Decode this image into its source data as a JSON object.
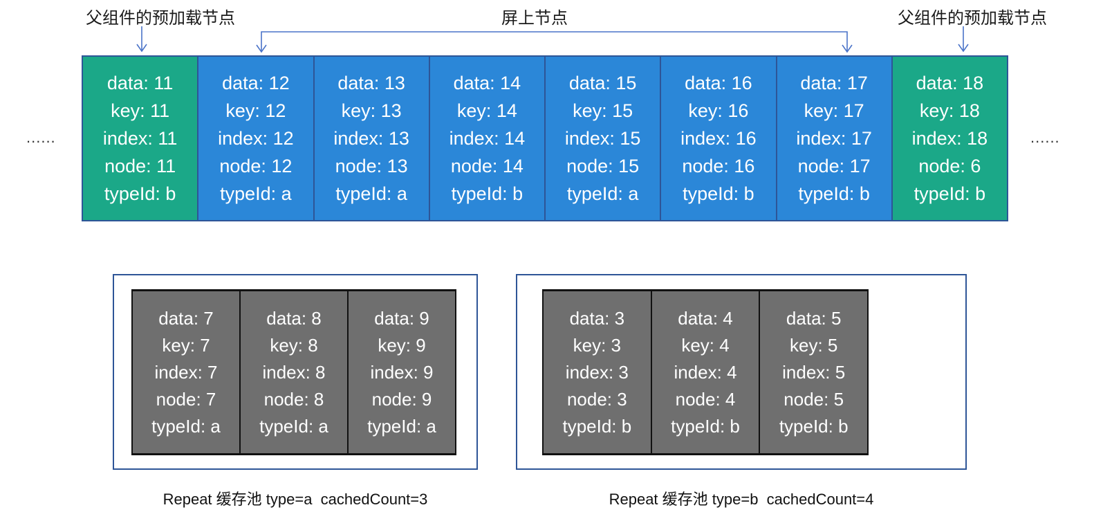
{
  "colors": {
    "preload_card_green": "#1BA888",
    "onscreen_card_blue": "#2B87D8",
    "cache_card_gray": "#6F6F6F",
    "card_border_blue": "#2E5597",
    "cache_card_border_black": "#111111",
    "arrow_blue": "#4A73C8"
  },
  "annotations": {
    "left_preload_label": "父组件的预加载节点",
    "onscreen_label": "屏上节点",
    "right_preload_label": "父组件的预加载节点",
    "left_ellipsis": "......",
    "right_ellipsis": "......"
  },
  "top_row": {
    "cards": [
      {
        "color": "green",
        "lines": [
          "data: 11",
          "key: 11",
          "index: 11",
          "node: 11",
          "typeId: b"
        ]
      },
      {
        "color": "blue",
        "lines": [
          "data: 12",
          "key: 12",
          "index: 12",
          "node: 12",
          "typeId: a"
        ]
      },
      {
        "color": "blue",
        "lines": [
          "data: 13",
          "key: 13",
          "index: 13",
          "node: 13",
          "typeId: a"
        ]
      },
      {
        "color": "blue",
        "lines": [
          "data: 14",
          "key: 14",
          "index: 14",
          "node: 14",
          "typeId: b"
        ]
      },
      {
        "color": "blue",
        "lines": [
          "data: 15",
          "key: 15",
          "index: 15",
          "node: 15",
          "typeId: a"
        ]
      },
      {
        "color": "blue",
        "lines": [
          "data: 16",
          "key: 16",
          "index: 16",
          "node: 16",
          "typeId: b"
        ]
      },
      {
        "color": "blue",
        "lines": [
          "data: 17",
          "key: 17",
          "index: 17",
          "node: 17",
          "typeId: b"
        ]
      },
      {
        "color": "green",
        "lines": [
          "data: 18",
          "key: 18",
          "index: 18",
          "node: 6",
          "typeId: b"
        ]
      }
    ]
  },
  "pools": [
    {
      "caption": "Repeat 缓存池 type=a  cachedCount=3",
      "cards": [
        {
          "lines": [
            "data: 7",
            "key: 7",
            "index: 7",
            "node: 7",
            "typeId: a"
          ]
        },
        {
          "lines": [
            "data: 8",
            "key: 8",
            "index: 8",
            "node: 8",
            "typeId: a"
          ]
        },
        {
          "lines": [
            "data: 9",
            "key: 9",
            "index: 9",
            "node: 9",
            "typeId: a"
          ]
        }
      ]
    },
    {
      "caption": "Repeat 缓存池 type=b  cachedCount=4",
      "cards": [
        {
          "lines": [
            "data: 3",
            "key: 3",
            "index: 3",
            "node: 3",
            "typeId: b"
          ]
        },
        {
          "lines": [
            "data: 4",
            "key: 4",
            "index: 4",
            "node: 4",
            "typeId: b"
          ]
        },
        {
          "lines": [
            "data: 5",
            "key: 5",
            "index: 5",
            "node: 5",
            "typeId: b"
          ]
        }
      ]
    }
  ]
}
